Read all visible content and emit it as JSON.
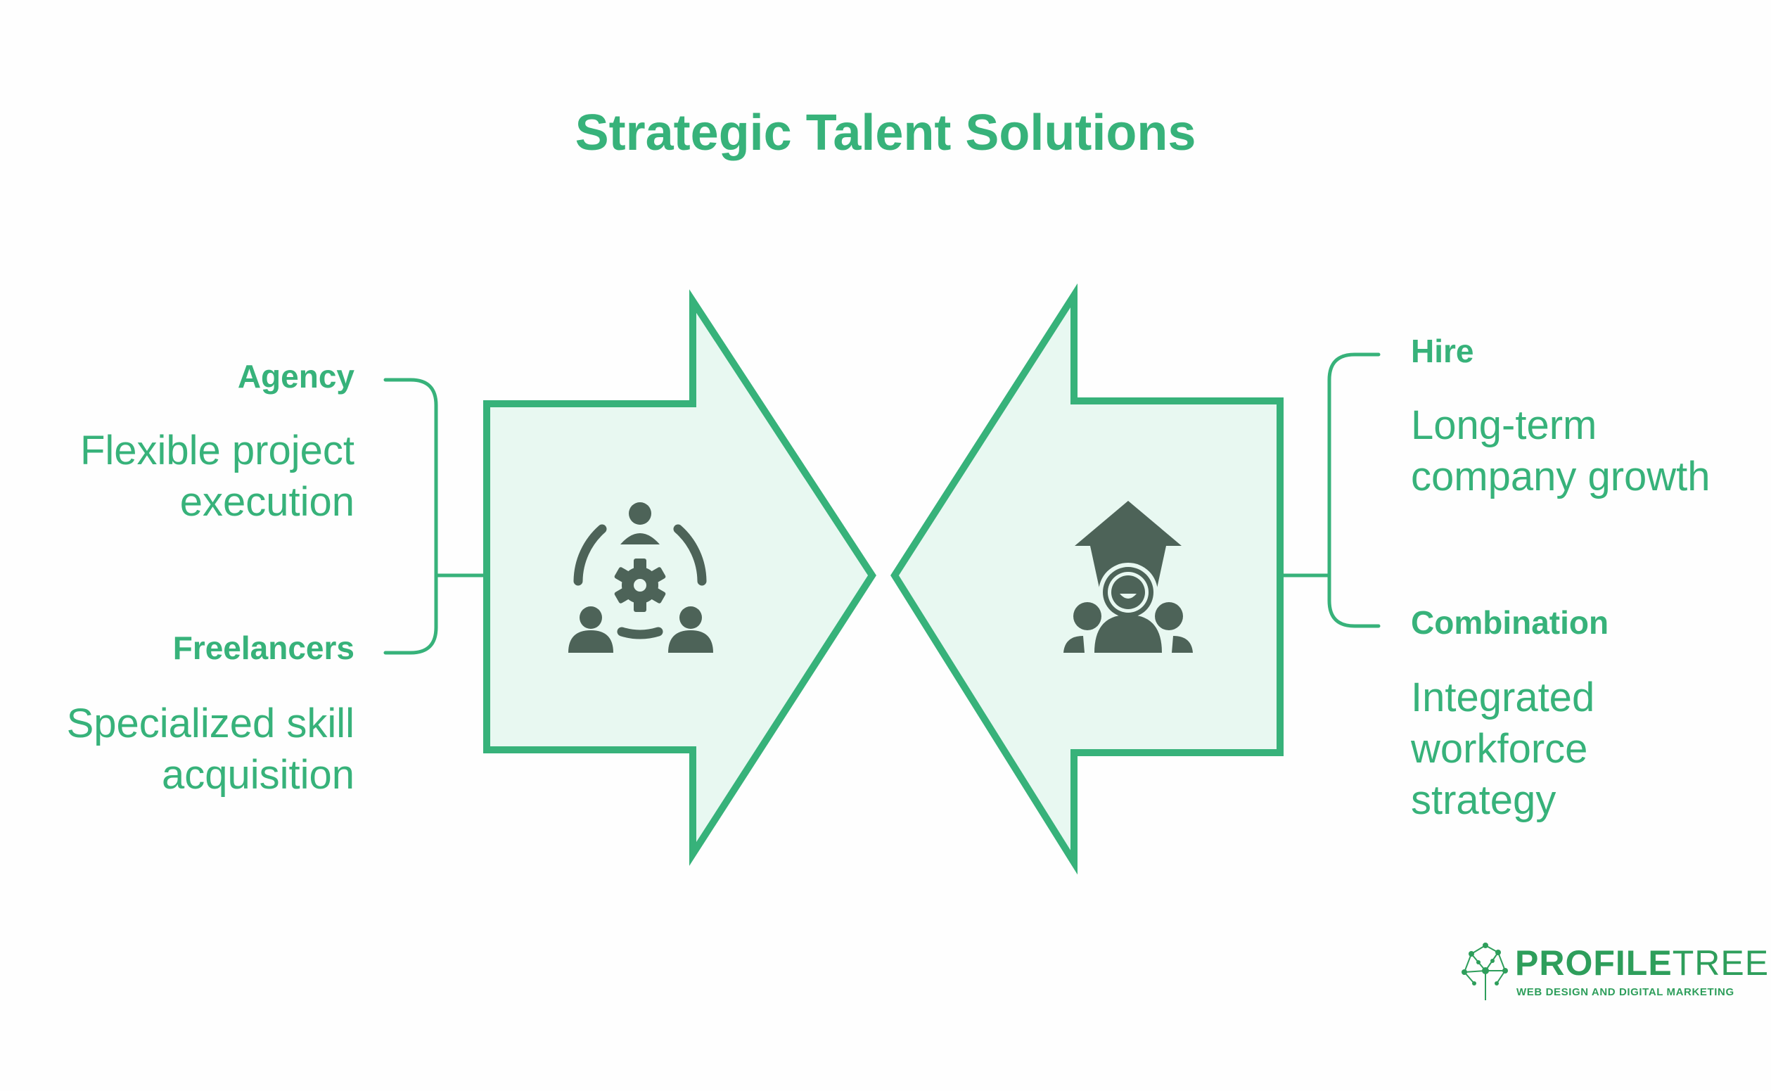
{
  "title": "Strategic Talent Solutions",
  "colors": {
    "accent": "#37b27a",
    "arrow_fill": "#e8f8f1",
    "icon": "#4d6358"
  },
  "left_arrow": {
    "icon": "team-gear-icon",
    "items": [
      {
        "label": "Agency",
        "description": "Flexible project\nexecution"
      },
      {
        "label": "Freelancers",
        "description": "Specialized skill\nacquisition"
      }
    ]
  },
  "right_arrow": {
    "icon": "team-growth-icon",
    "items": [
      {
        "label": "Hire",
        "description": "Long-term\ncompany growth"
      },
      {
        "label": "Combination",
        "description": "Integrated\nworkforce\nstrategy"
      }
    ]
  },
  "logo": {
    "word_bold": "PROFILE",
    "word_light": "TREE",
    "tagline": "WEB DESIGN AND DIGITAL MARKETING"
  }
}
